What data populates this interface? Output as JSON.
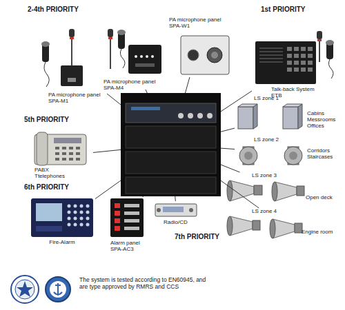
{
  "diagram": {
    "nodes": [
      {
        "text": []
      },
      {
        "text": [
          "PA microphone panel SPA-M1"
        ]
      },
      {
        "text": [
          "PA microphone panel SPA-M4"
        ]
      },
      {
        "text": [
          "PA microphone panel SPA-W1"
        ]
      },
      {
        "text": [
          "Talk-back System ETB"
        ]
      },
      {
        "text": [
          "PABX Ttelephones"
        ]
      },
      {
        "text": [
          "Fire-Alarm"
        ]
      },
      {
        "text": [
          "Alarm panel SPA-AC3"
        ]
      },
      {
        "text": [
          "Radio/CD"
        ]
      },
      {
        "text": [
          "LS zone 1",
          "Cabins Messrooms Offices"
        ]
      },
      {
        "text": [
          "LS zone 2",
          "Corridors Staircases"
        ]
      },
      {
        "text": [
          "LS zone 3",
          "Open deck"
        ]
      },
      {
        "text": [
          "LS zone 4",
          "Engine room"
        ]
      }
    ],
    "edges": [
      {
        "from": 1,
        "to": 0,
        "arrow": "none"
      },
      {
        "from": 2,
        "to": 0,
        "arrow": "none"
      },
      {
        "from": 3,
        "to": 0,
        "arrow": "none"
      },
      {
        "from": 4,
        "to": 0,
        "arrow": "none"
      },
      {
        "from": 5,
        "to": 0,
        "arrow": "none"
      },
      {
        "from": 6,
        "to": 0,
        "arrow": "none"
      },
      {
        "from": 7,
        "to": 0,
        "arrow": "none"
      },
      {
        "from": 8,
        "to": 0,
        "arrow": "none"
      },
      {
        "from": 0,
        "to": 9,
        "arrow": "none"
      },
      {
        "from": 0,
        "to": 10,
        "arrow": "none"
      },
      {
        "from": 0,
        "to": 11,
        "arrow": "none"
      },
      {
        "from": 0,
        "to": 12,
        "arrow": "none"
      }
    ],
    "labels": [
      "2-4th PRIORITY",
      "1st PRIORITY",
      "5th PRIORITY",
      "6th PRIORITY",
      "7th PRIORITY",
      "The system is tested according to EN60945, and are type approved by RMRS and CCS"
    ]
  }
}
